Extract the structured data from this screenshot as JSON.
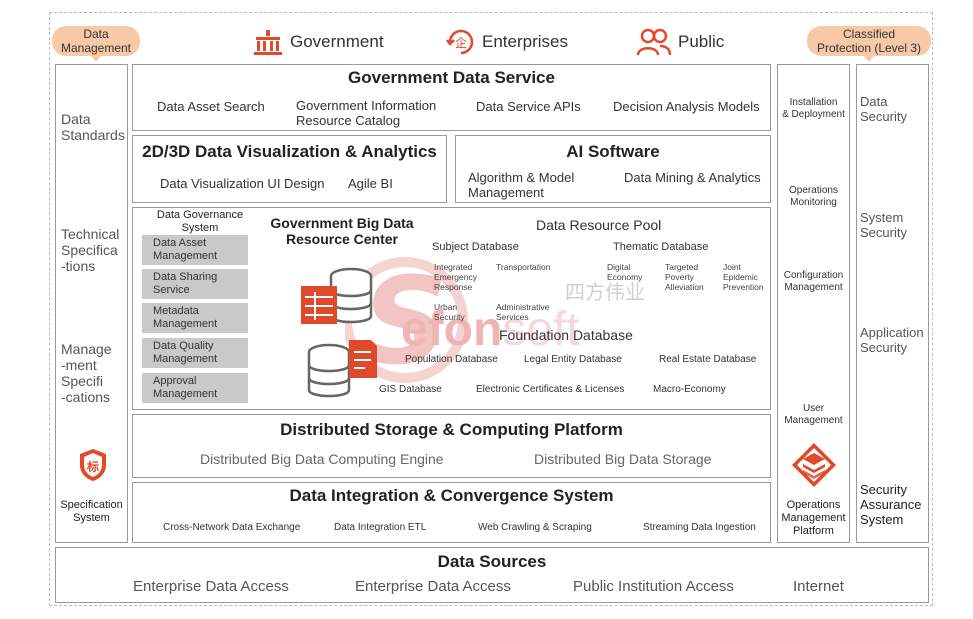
{
  "tags": {
    "left": "Data\nManagement",
    "right": "Classified\nProtection (Level 3)"
  },
  "stakeholders": [
    {
      "label": "Government",
      "icon": "government-building-icon"
    },
    {
      "label": "Enterprises",
      "icon": "enterprise-icon"
    },
    {
      "label": "Public",
      "icon": "people-icon"
    }
  ],
  "left_column": {
    "items": [
      "Data\nStandards",
      "Technical\nSpecifica\n-tions",
      "Manage\n-ment\nSpecifi\n-cations"
    ],
    "footer": "Specification\nSystem",
    "footer_icon": "standard-shield-icon"
  },
  "gov_service": {
    "title": "Government Data Service",
    "items": [
      "Data Asset Search",
      "Government Information\nResource Catalog",
      "Data Service APIs",
      "Decision Analysis Models"
    ]
  },
  "visualization": {
    "title": "2D/3D Data Visualization & Analytics",
    "items": [
      "Data Visualization UI Design",
      "Agile BI"
    ]
  },
  "ai_software": {
    "title": "AI Software",
    "items": [
      "Algorithm & Model\nManagement",
      "Data Mining & Analytics"
    ]
  },
  "big_data_center": {
    "governance_title": "Data Governance\nSystem",
    "governance_items": [
      "Data Asset\nManagement",
      "Data Sharing\nService",
      "Metadata\nManagement",
      "Data Quality\nManagement",
      "Approval\nManagement"
    ],
    "center_title": "Government Big Data\nResource Center",
    "pool_title": "Data Resource Pool",
    "subject_db": {
      "title": "Subject Database",
      "items": [
        "Integrated\nEmergency\nResponse",
        "Transportation",
        "Urban\nSecurity",
        "Administrative\nServices"
      ]
    },
    "thematic_db": {
      "title": "Thematic Database",
      "items": [
        "Digital\nEconomy",
        "Targeted\nPoverty\nAlleviation",
        "Joint\nEpidemic\nPrevention"
      ]
    },
    "foundation_db": {
      "title": "Foundation Database",
      "items": [
        "Population Database",
        "Legal Entity Database",
        "Real Estate Database",
        "GIS Database",
        "Electronic Certificates & Licenses",
        "Macro-Economy"
      ]
    },
    "watermark": {
      "cn": "四方伟业",
      "en": "Sefonsoft"
    }
  },
  "storage": {
    "title": "Distributed Storage & Computing Platform",
    "items": [
      "Distributed Big Data Computing Engine",
      "Distributed Big Data Storage"
    ]
  },
  "integration": {
    "title": "Data Integration & Convergence System",
    "items": [
      "Cross-Network Data Exchange",
      "Data Integration ETL",
      "Web Crawling & Scraping",
      "Streaming Data Ingestion"
    ]
  },
  "sources": {
    "title": "Data Sources",
    "items": [
      "Enterprise Data Access",
      "Enterprise Data Access",
      "Public Institution Access",
      "Internet"
    ]
  },
  "ops_column": {
    "items": [
      "Installation\n& Deployment",
      "Operations\nMonitoring",
      "Configuration\nManagement",
      "User\nManagement"
    ],
    "footer": "Operations\nManagement\nPlatform",
    "footer_icon": "layers-diamond-icon"
  },
  "security_column": {
    "items": [
      "Data\nSecurity",
      "System\nSecurity",
      "Application\nSecurity"
    ],
    "footer": "Security\nAssurance\nSystem"
  },
  "colors": {
    "accent": "#e04a2a",
    "tag": "#f7c9a6",
    "gray": "#c9c9c9",
    "border": "#9a9a9a"
  }
}
